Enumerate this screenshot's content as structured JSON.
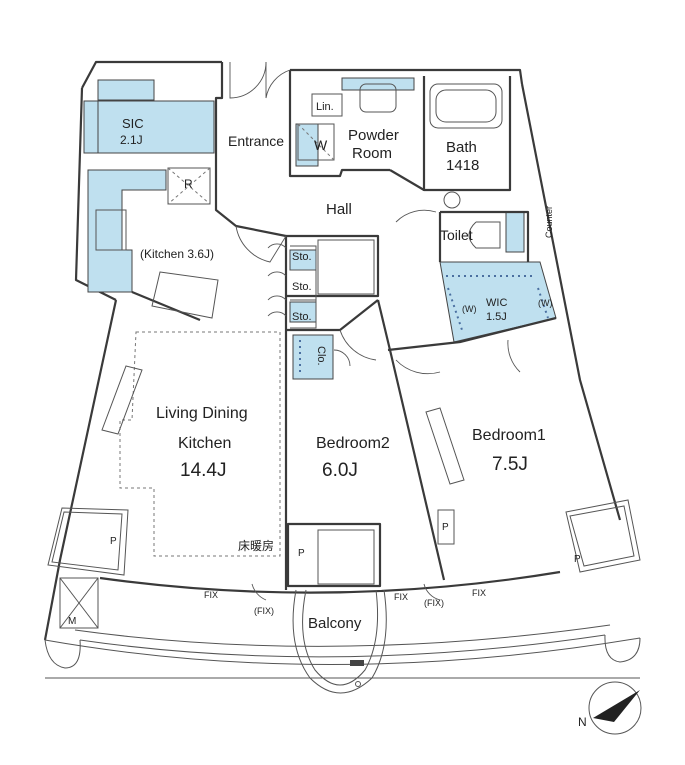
{
  "rooms": {
    "sic_name": "SIC",
    "sic_size": "2.1J",
    "entrance": "Entrance",
    "linen": "Lin.",
    "powder_1": "Powder",
    "powder_2": "Room",
    "washer": "W",
    "bath_name": "Bath",
    "bath_size": "1418",
    "refrigerator": "R",
    "hall": "Hall",
    "toilet": "Toilet",
    "counter": "Counter",
    "kitchen": "(Kitchen 3.6J)",
    "storage_1": "Sto.",
    "storage_2": "Sto.",
    "storage_3": "Sto.",
    "closet": "Clo.",
    "wic_name": "WIC",
    "wic_size": "1.5J",
    "wic_w_left": "(W)",
    "wic_w_right": "(W)",
    "ldk_1": "Living Dining",
    "ldk_2": "Kitchen",
    "ldk_size": "14.4J",
    "floor_heating": "床暖房",
    "bedroom2_name": "Bedroom2",
    "bedroom2_size": "6.0J",
    "bedroom1_name": "Bedroom1",
    "bedroom1_size": "7.5J",
    "pipe_left": "P",
    "pipe_right": "P",
    "pipe_bedroom1": "P",
    "pipe_balcony": "P",
    "meter": "M",
    "balcony": "Balcony",
    "fix_left": "FIX",
    "fix_left_paren": "(FIX)",
    "fix_center": "FIX",
    "fix_center_paren": "(FIX)",
    "fix_right": "FIX"
  },
  "compass": {
    "north": "N"
  },
  "colors": {
    "fixture_blue": "#bfe0ef",
    "wall": "#3a3a3a"
  }
}
